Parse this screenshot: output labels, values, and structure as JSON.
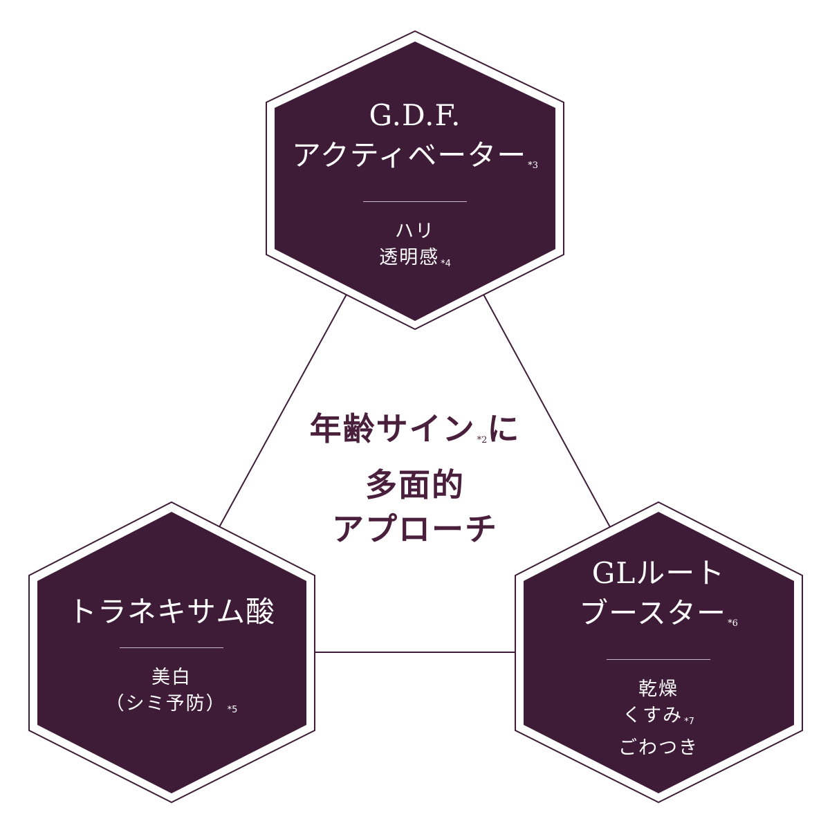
{
  "colors": {
    "hexagon_fill": "#3e1b36",
    "outline": "#3e1b36",
    "text_light": "#ffffff",
    "text_dark": "#4a1f3c"
  },
  "center": {
    "line1": "年齢サイン",
    "line1_note": "*2",
    "line1_tail": "に",
    "line2": "多面的",
    "line3": "アプローチ"
  },
  "top": {
    "title1": "G.D.F.",
    "title2": "アクティベーター",
    "title_note": "*3",
    "benefit1": "ハリ",
    "benefit2": "透明感",
    "benefit2_note": "*4"
  },
  "left": {
    "title": "トラネキサム酸",
    "benefit1": "美白",
    "benefit2": "（シミ予防）",
    "benefit2_note": "*5"
  },
  "right": {
    "title1": "GLルート",
    "title2": "ブースター",
    "title_note": "*6",
    "benefit1": "乾燥",
    "benefit2": "くすみ",
    "benefit2_note": "*7",
    "benefit3": "ごわつき"
  }
}
